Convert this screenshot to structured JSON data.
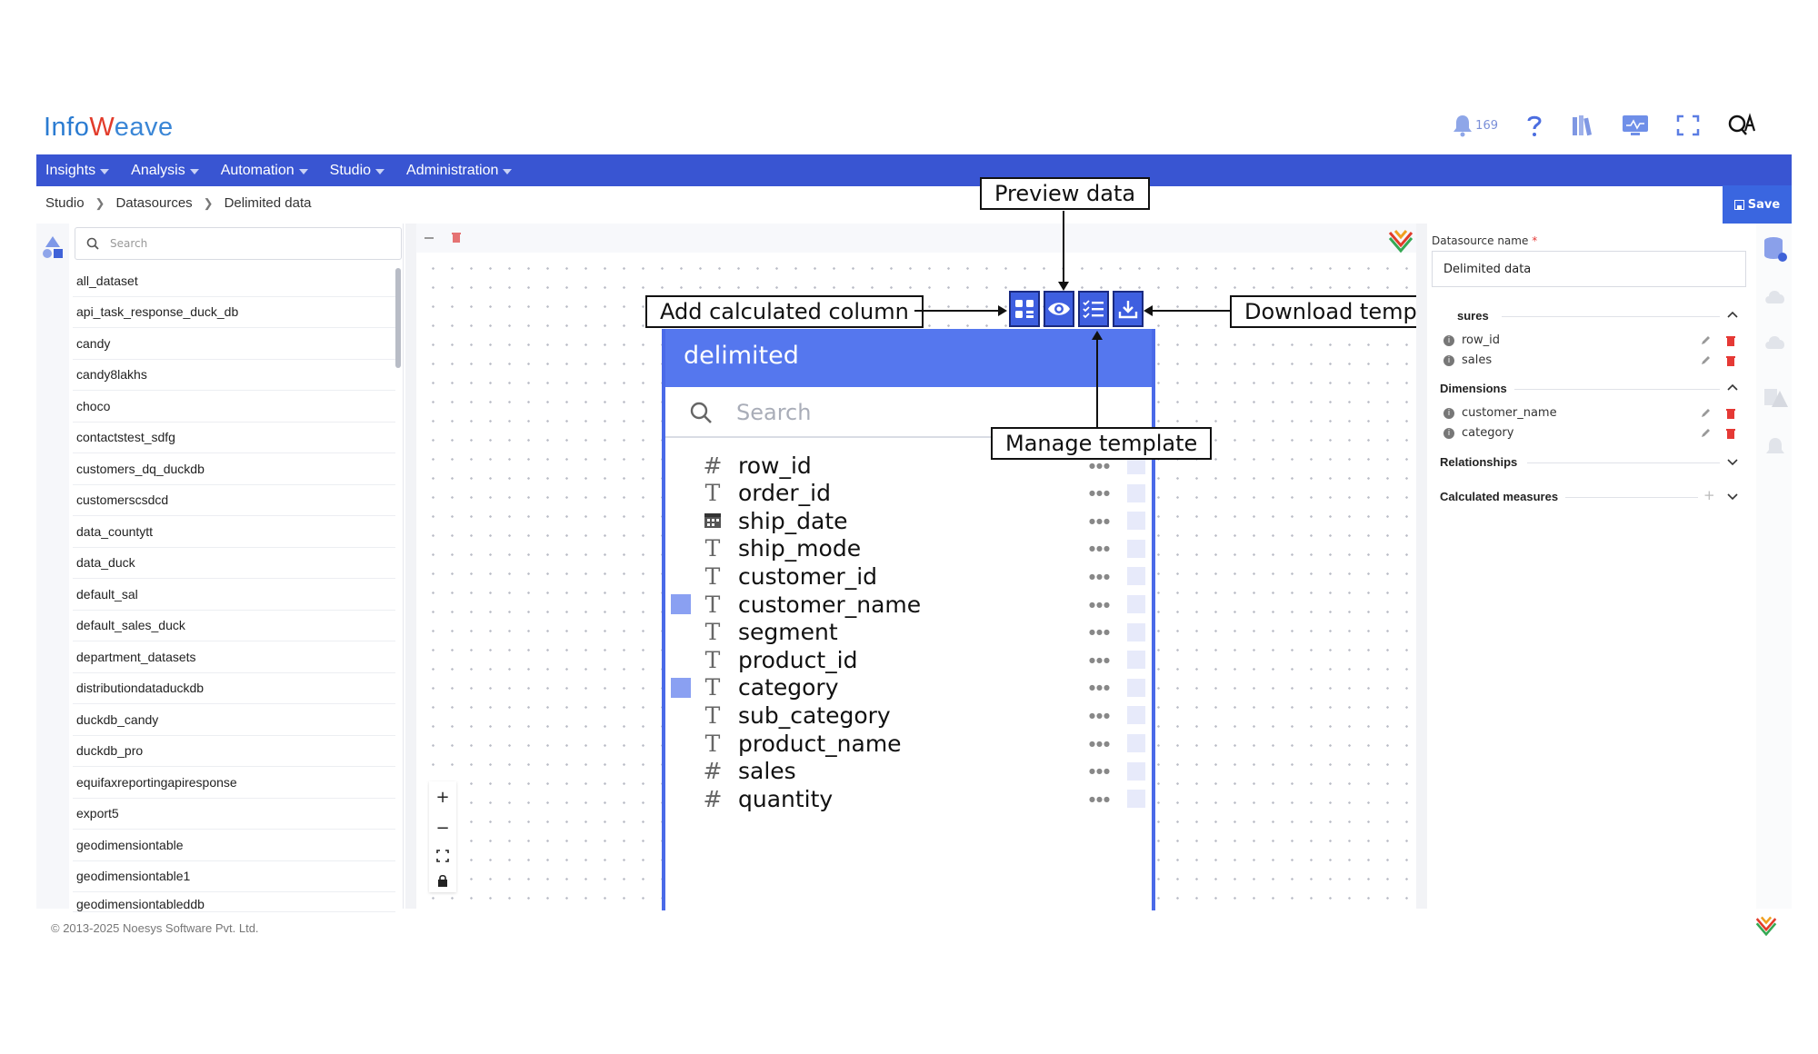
{
  "header": {
    "logo_info": "Info",
    "logo_w": "W",
    "logo_rest": "eave",
    "notifications_count": "169"
  },
  "nav": {
    "items": [
      {
        "label": "Insights"
      },
      {
        "label": "Analysis"
      },
      {
        "label": "Automation"
      },
      {
        "label": "Studio"
      },
      {
        "label": "Administration"
      }
    ]
  },
  "breadcrumb": {
    "items": [
      "Studio",
      "Datasources",
      "Delimited data"
    ]
  },
  "toolbar": {
    "save_label": "Save"
  },
  "left_panel": {
    "search_placeholder": "Search",
    "datasets": [
      "all_dataset",
      "api_task_response_duck_db",
      "candy",
      "candy8lakhs",
      "choco",
      "contactstest_sdfg",
      "customers_dq_duckdb",
      "customerscsdcd",
      "data_countytt",
      "data_duck",
      "default_sal",
      "default_sales_duck",
      "department_datasets",
      "distributiondataduckdb",
      "duckdb_candy",
      "duckdb_pro",
      "equifaxreportingapiresponse",
      "export5",
      "geodimensiontable",
      "geodimensiontable1",
      "geodimensiontableddb"
    ]
  },
  "table_card": {
    "title": "delimited",
    "search_placeholder": "Search",
    "columns": [
      {
        "name": "row_id",
        "type": "#",
        "checked": false
      },
      {
        "name": "order_id",
        "type": "T",
        "checked": false
      },
      {
        "name": "ship_date",
        "type": "calendar",
        "checked": false
      },
      {
        "name": "ship_mode",
        "type": "T",
        "checked": false
      },
      {
        "name": "customer_id",
        "type": "T",
        "checked": false
      },
      {
        "name": "customer_name",
        "type": "T",
        "checked": true
      },
      {
        "name": "segment",
        "type": "T",
        "checked": false
      },
      {
        "name": "product_id",
        "type": "T",
        "checked": false
      },
      {
        "name": "category",
        "type": "T",
        "checked": true
      },
      {
        "name": "sub_category",
        "type": "T",
        "checked": false
      },
      {
        "name": "product_name",
        "type": "T",
        "checked": false
      },
      {
        "name": "sales",
        "type": "#",
        "checked": false
      },
      {
        "name": "quantity",
        "type": "#",
        "checked": false
      }
    ]
  },
  "callouts": {
    "preview": "Preview data",
    "add_calc": "Add calculated column",
    "download": "Download template",
    "manage": "Manage template"
  },
  "right_panel": {
    "datasource_label": "Datasource name",
    "required_mark": "*",
    "datasource_value": "Delimited data",
    "measures_title": "sures",
    "measures": [
      "row_id",
      "sales"
    ],
    "dimensions_title": "Dimensions",
    "dimensions": [
      "customer_name",
      "category"
    ],
    "relationships_title": "Relationships",
    "calculated_title": "Calculated measures"
  },
  "footer": {
    "copyright": "© 2013-2025 Noesys Software Pvt. Ltd."
  },
  "colors": {
    "brand": "#3955d2",
    "accent": "#5577ee",
    "delete": "#e53935"
  }
}
